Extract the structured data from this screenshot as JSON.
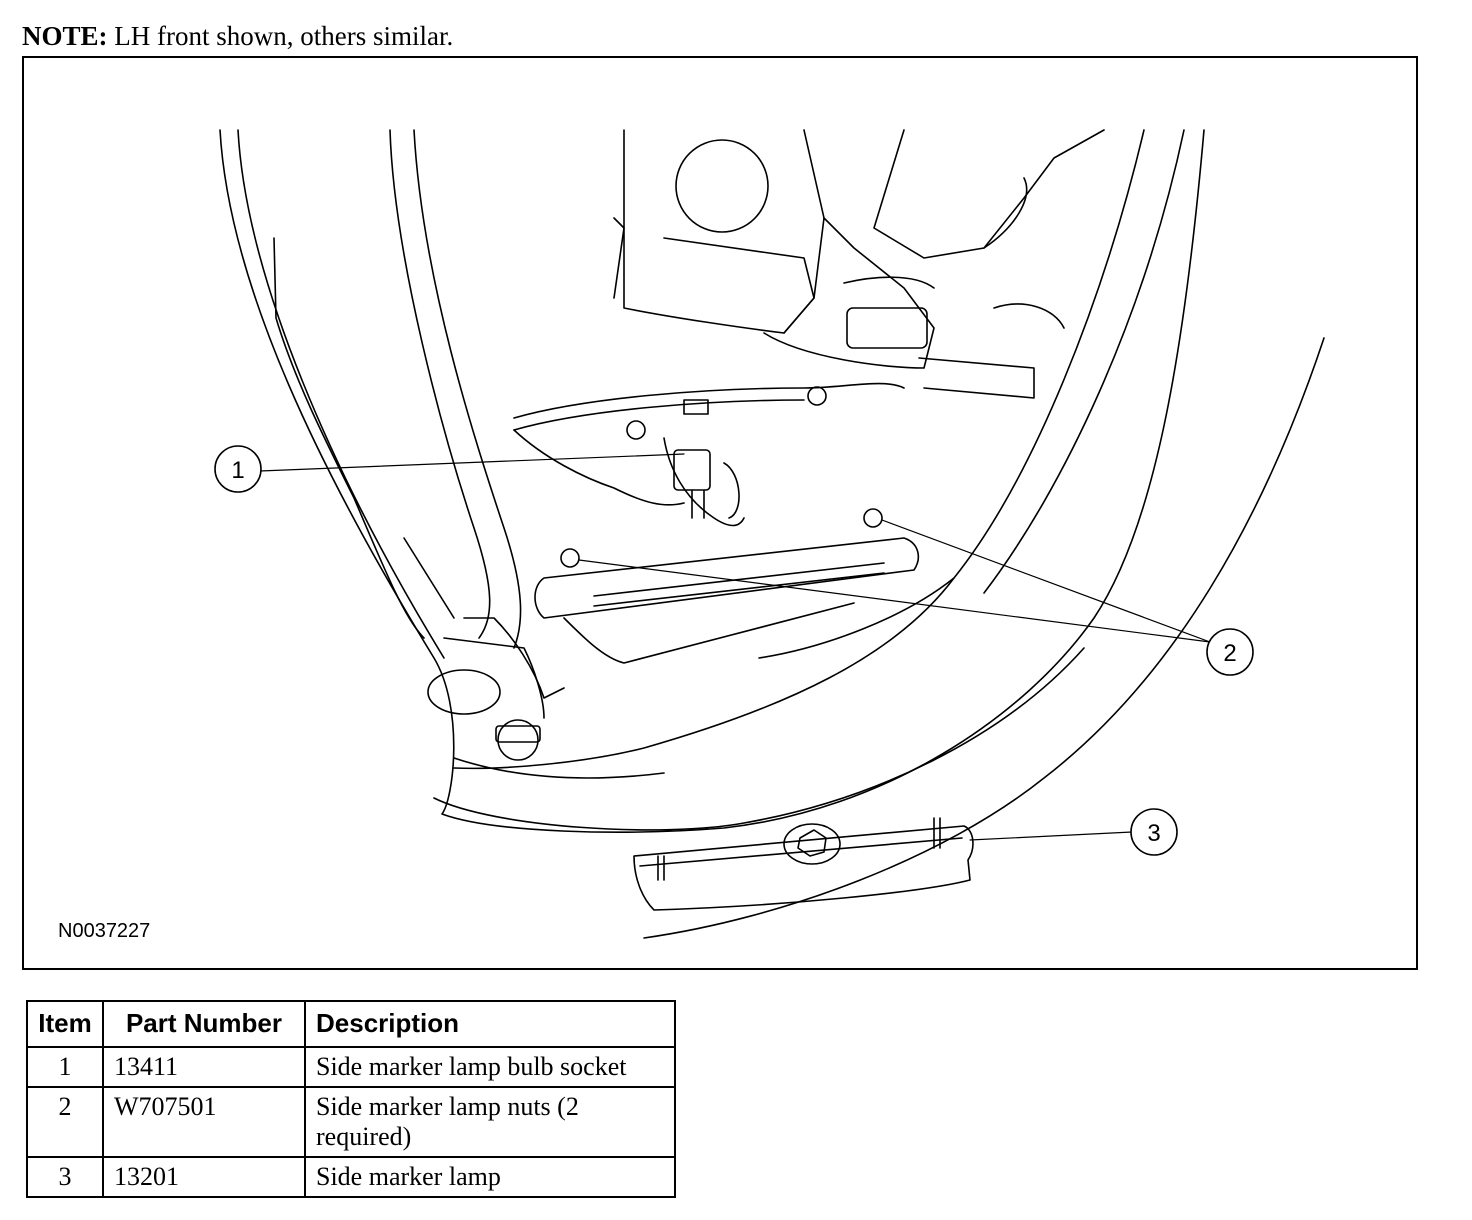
{
  "note": {
    "label": "NOTE:",
    "text": "LH front shown, others similar."
  },
  "figure": {
    "id": "N0037227",
    "callouts": [
      "1",
      "2",
      "3"
    ]
  },
  "table": {
    "headers": {
      "item": "Item",
      "part_number": "Part Number",
      "description": "Description"
    },
    "rows": [
      {
        "item": "1",
        "part_number": "13411",
        "description": "Side marker lamp bulb socket"
      },
      {
        "item": "2",
        "part_number": "W707501",
        "description": "Side marker lamp nuts (2 required)"
      },
      {
        "item": "3",
        "part_number": "13201",
        "description": "Side marker lamp"
      }
    ]
  }
}
